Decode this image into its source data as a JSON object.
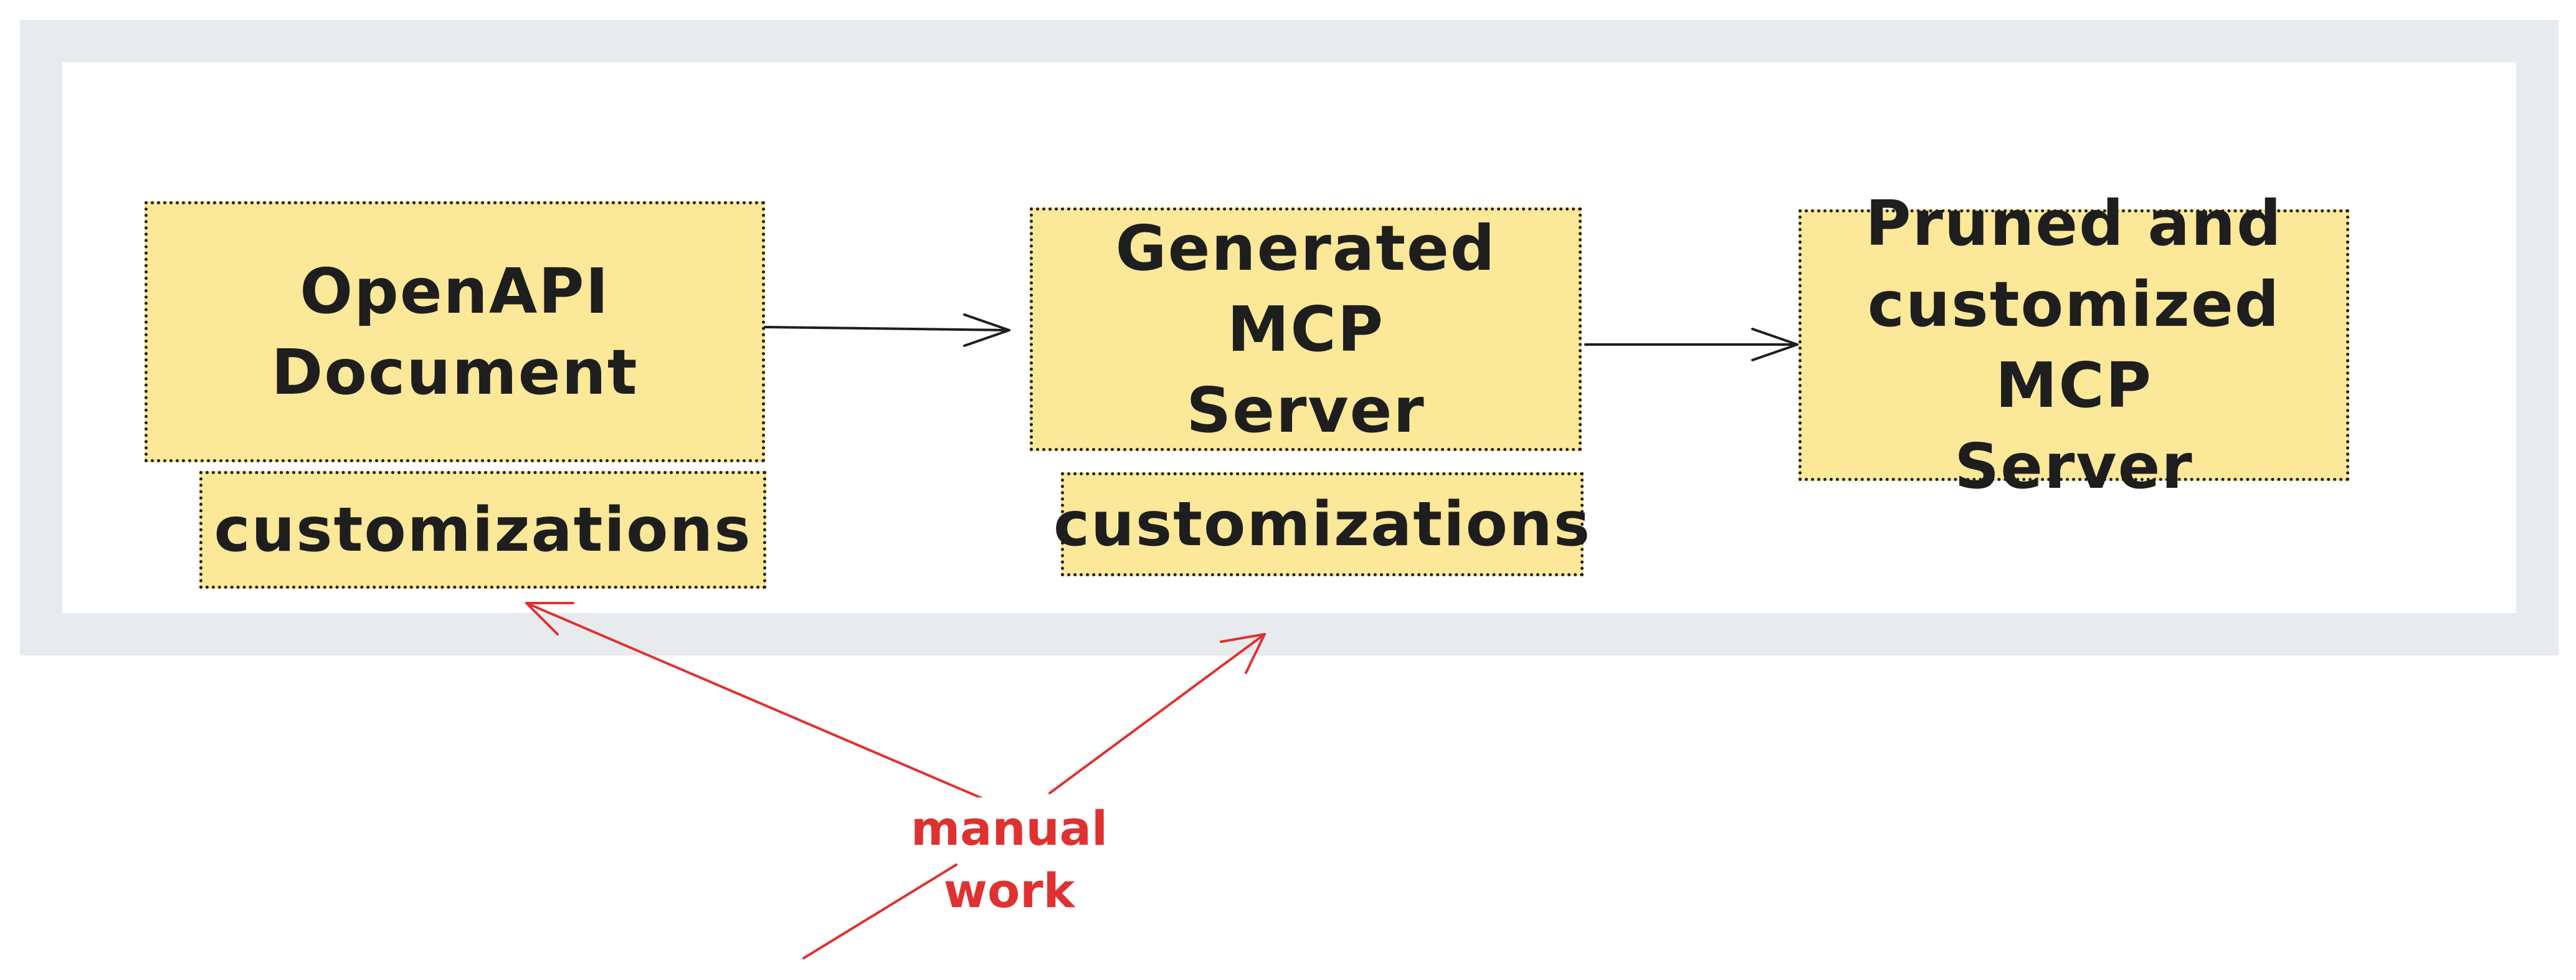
{
  "nodes": {
    "openapi": "OpenAPI\nDocument",
    "generated": "Generated MCP\nServer",
    "pruned": "Pruned and\ncustomized MCP\nServer",
    "custom_1": "customizations",
    "custom_2": "customizations"
  },
  "annotation": {
    "label": "manual work",
    "color": "#e03131"
  },
  "colors": {
    "node_fill": "#fbe898",
    "frame": "#e8ebee",
    "stroke": "#1e1e1e"
  }
}
